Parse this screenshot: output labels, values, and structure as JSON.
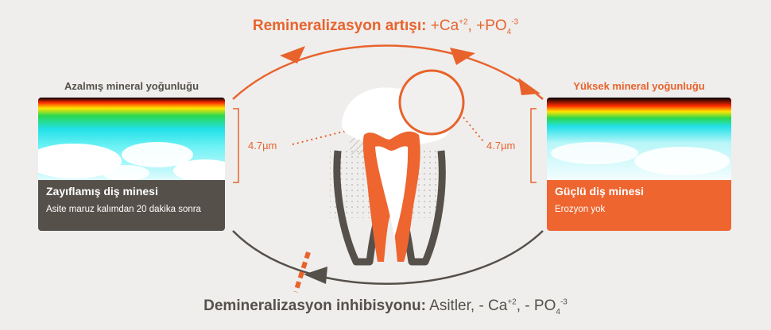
{
  "top_heading": {
    "bold": "Remineralizasyon artışı:",
    "rest_prefix": " +Ca",
    "rest_sup1": "+2",
    "rest_middle": ", +PO",
    "rest_sub": "4",
    "rest_sup2": "-3"
  },
  "bottom_heading": {
    "bold": "Demineralizasyon inhibisyonu:",
    "rest_prefix": " Asitler, - Ca",
    "rest_sup1": "+2",
    "rest_middle": ", - PO",
    "rest_sub": "4",
    "rest_sup2": "-3"
  },
  "left_panel": {
    "heading": "Azalmış mineral yoğunluğu",
    "title": "Zayıflamış diş minesi",
    "subtitle": "Asite maruz kalımdan 20 dakika sonra",
    "measurement": "4.7µm"
  },
  "right_panel": {
    "heading": "Yüksek mineral yoğunluğu",
    "title": "Güçlü diş minesi",
    "subtitle": "Erozyon yok",
    "measurement": "4.7µm"
  },
  "colors": {
    "accent": "#e8632c",
    "dark": "#56504a",
    "background": "#efeeed"
  }
}
